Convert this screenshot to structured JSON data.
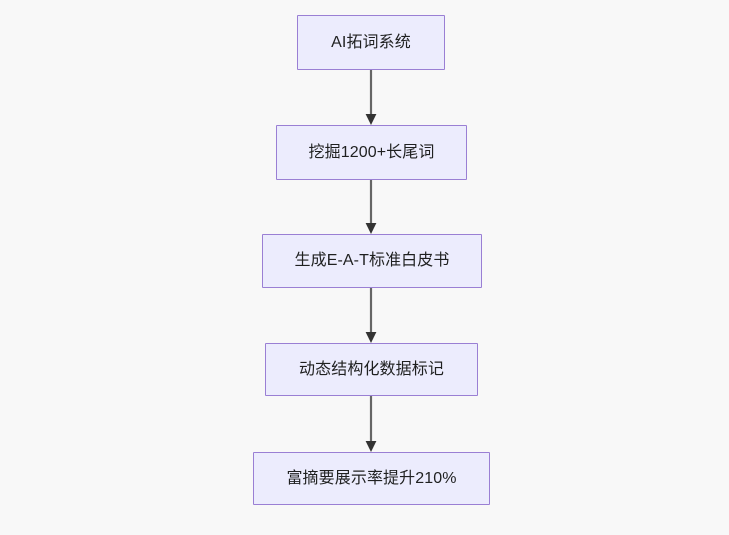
{
  "diagram": {
    "type": "flowchart",
    "direction": "top-to-bottom",
    "background_color": "#f8f8f8",
    "node_fill_color": "#ececfd",
    "node_border_color": "#9a7fd4",
    "node_text_color": "#1f2020",
    "edge_color": "#666666",
    "nodes": [
      {
        "id": "n1",
        "label": "AI拓词系统"
      },
      {
        "id": "n2",
        "label": "挖掘1200+长尾词"
      },
      {
        "id": "n3",
        "label": "生成E-A-T标准白皮书"
      },
      {
        "id": "n4",
        "label": "动态结构化数据标记"
      },
      {
        "id": "n5",
        "label": "富摘要展示率提升210%"
      }
    ],
    "edges": [
      {
        "from": "n1",
        "to": "n2",
        "label": ""
      },
      {
        "from": "n2",
        "to": "n3",
        "label": ""
      },
      {
        "from": "n3",
        "to": "n4",
        "label": ""
      },
      {
        "from": "n4",
        "to": "n5",
        "label": ""
      }
    ]
  }
}
